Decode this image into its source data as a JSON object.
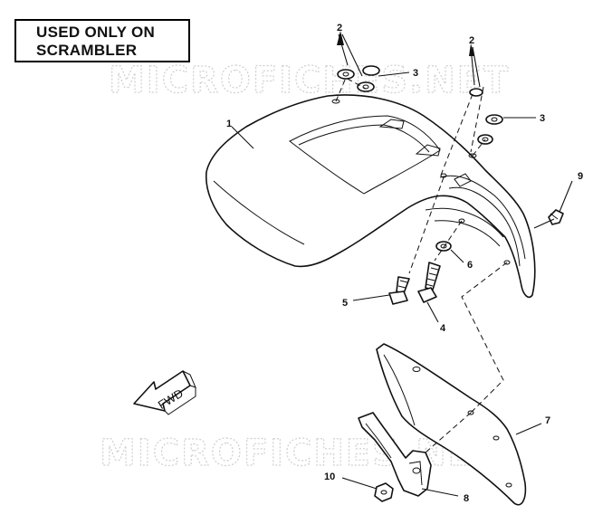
{
  "diagram": {
    "note_lines": [
      "USED ONLY ON",
      "SCRAMBLER"
    ],
    "watermark": "MICROFICHES.NET",
    "direction_label": "FWD",
    "callouts": [
      {
        "id": "c1",
        "label": "1"
      },
      {
        "id": "c2a",
        "label": "2"
      },
      {
        "id": "c2b",
        "label": "2"
      },
      {
        "id": "c3a",
        "label": "3"
      },
      {
        "id": "c3b",
        "label": "3"
      },
      {
        "id": "c4",
        "label": "4"
      },
      {
        "id": "c5",
        "label": "5"
      },
      {
        "id": "c6",
        "label": "6"
      },
      {
        "id": "c7",
        "label": "7"
      },
      {
        "id": "c8",
        "label": "8"
      },
      {
        "id": "c9",
        "label": "9"
      },
      {
        "id": "c10",
        "label": "10"
      }
    ]
  }
}
